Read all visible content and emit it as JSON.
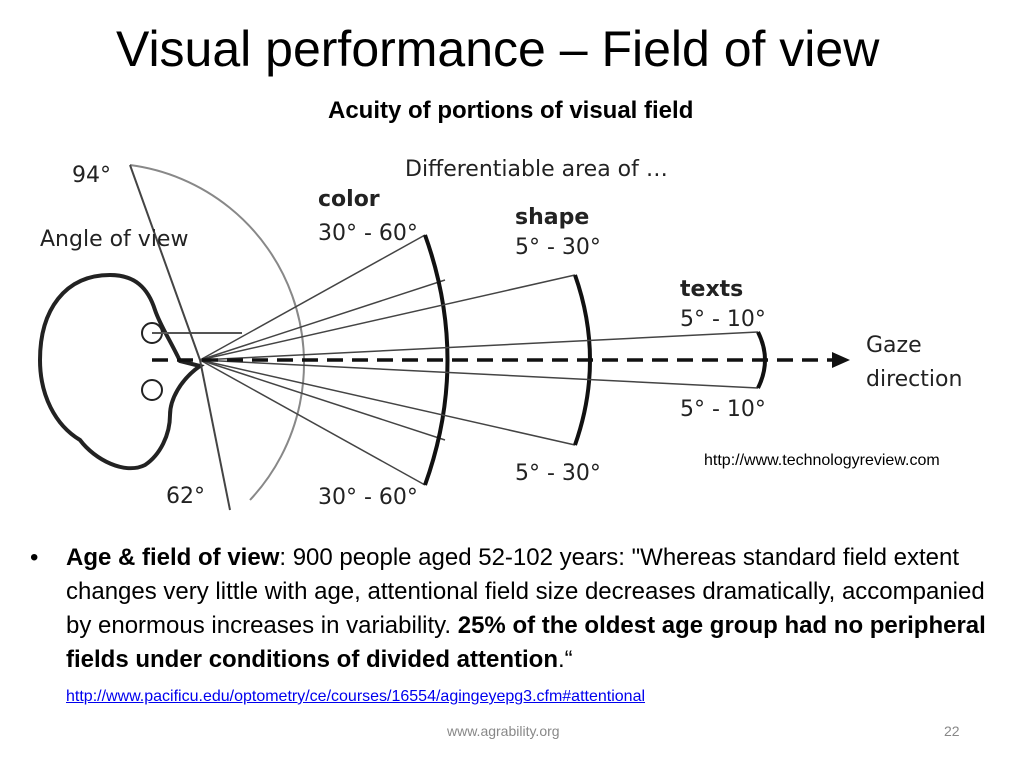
{
  "slide": {
    "title": "Visual performance – Field of view",
    "subtitle": "Acuity of portions of visual field",
    "image_source": "http://www.technologyreview.com",
    "footer": "www.agrability.org",
    "page_number": "22"
  },
  "diagram": {
    "label_94": "94°",
    "label_angle_of_view": "Angle of view",
    "label_62": "62°",
    "label_differentiable": "Differentiable area of …",
    "color": {
      "heading": "color",
      "upper": "30°  - 60°",
      "lower": "30°  - 60°"
    },
    "shape": {
      "heading": "shape",
      "upper": "5°  - 30°",
      "lower": "5°  - 30°"
    },
    "texts": {
      "heading": "texts",
      "upper": "5°  - 10°",
      "lower": "5°  - 10°"
    },
    "gaze_line1": "Gaze",
    "gaze_line2": "direction"
  },
  "bullet": {
    "bold_lead": "Age & field of view",
    "text1": ": 900 people aged 52-102 years: \"Whereas standard field extent changes very little with age, attentional field size decreases dramatically, accompanied by enormous increases in variability. ",
    "bold_finding": "25% of the oldest age group had no peripheral fields under conditions of divided attention",
    "text2": ".“ ",
    "link": "http://www.pacificu.edu/optometry/ce/courses/16554/agingeyepg3.cfm#attentional"
  }
}
